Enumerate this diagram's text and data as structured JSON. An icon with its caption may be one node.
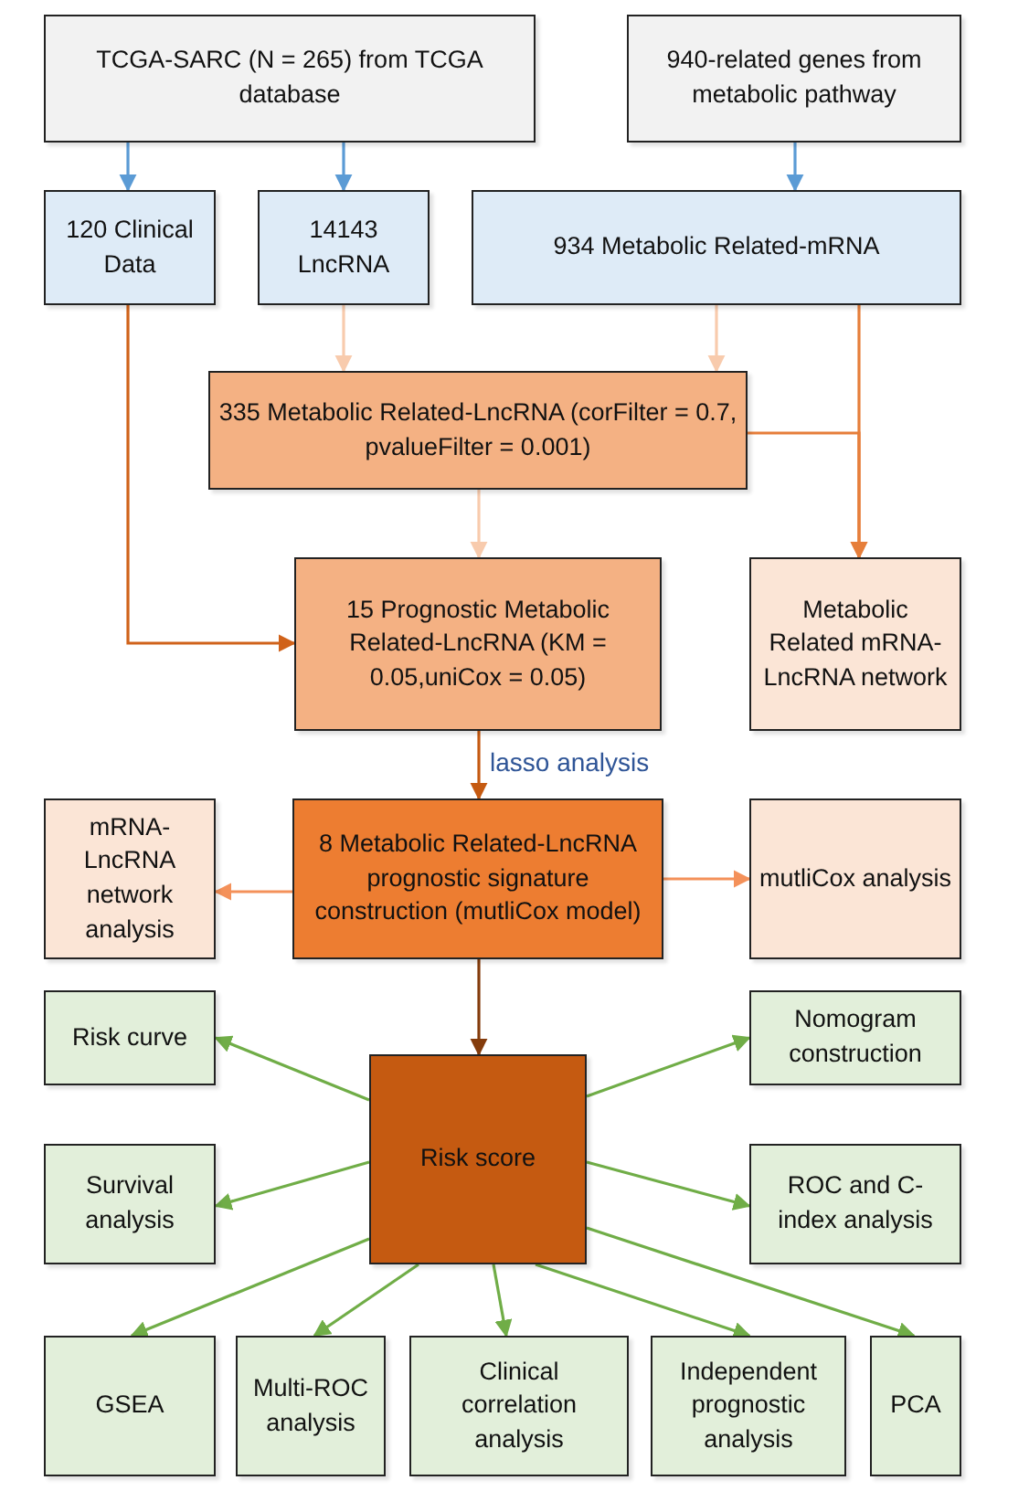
{
  "diagram": {
    "nodes": [
      {
        "text": [
          "TCGA-SARC (N = 265) from TCGA database"
        ]
      },
      {
        "text": [
          "940-related genes from metabolic pathway"
        ]
      },
      {
        "text": [
          "120 Clinical Data"
        ]
      },
      {
        "text": [
          "14143 LncRNA"
        ]
      },
      {
        "text": [
          "934 Metabolic Related-mRNA"
        ]
      },
      {
        "text": [
          "335  Metabolic Related-LncRNA (corFilter = 0.7, pvalueFilter = 0.001)"
        ]
      },
      {
        "text": [
          "15 Prognostic Metabolic Related-LncRNA (KM = 0.05,uniCox = 0.05)"
        ]
      },
      {
        "text": [
          "Metabolic Related mRNA-LncRNA network"
        ]
      },
      {
        "text": [
          "8 Metabolic Related-LncRNA prognostic signature construction (mutliCox model)"
        ]
      },
      {
        "text": [
          "mRNA-LncRNA network analysis"
        ]
      },
      {
        "text": [
          "mutliCox analysis"
        ]
      },
      {
        "text": [
          "Risk score"
        ]
      },
      {
        "text": [
          "Risk curve"
        ]
      },
      {
        "text": [
          "Nomogram construction"
        ]
      },
      {
        "text": [
          "Survival analysis"
        ]
      },
      {
        "text": [
          "ROC and C-index analysis"
        ]
      },
      {
        "text": [
          "GSEA"
        ]
      },
      {
        "text": [
          "Multi-ROC analysis"
        ]
      },
      {
        "text": [
          "Clinical correlation analysis"
        ]
      },
      {
        "text": [
          "Independent prognostic analysis"
        ]
      },
      {
        "text": [
          "PCA"
        ]
      }
    ],
    "edges": [
      {
        "from": 0,
        "to": 2,
        "arrow": "to",
        "color": "#5b9bd5"
      },
      {
        "from": 0,
        "to": 3,
        "arrow": "to",
        "color": "#5b9bd5"
      },
      {
        "from": 1,
        "to": 4,
        "arrow": "to",
        "color": "#5b9bd5"
      },
      {
        "from": 3,
        "to": 5,
        "arrow": "to",
        "color": "#f8cbad"
      },
      {
        "from": 4,
        "to": 5,
        "arrow": "to",
        "color": "#f8cbad"
      },
      {
        "from": 4,
        "to": 7,
        "arrow": "to",
        "color": "#e67e3a"
      },
      {
        "from": 5,
        "to": 7,
        "arrow": "to",
        "color": "#e67e3a"
      },
      {
        "from": 2,
        "to": 6,
        "arrow": "to",
        "color": "#d0621a"
      },
      {
        "from": 5,
        "to": 6,
        "arrow": "to",
        "color": "#f8cbad"
      },
      {
        "from": 6,
        "to": 8,
        "arrow": "to",
        "label": "lasso analysis",
        "color": "#c55a11"
      },
      {
        "from": 8,
        "to": 9,
        "arrow": "to",
        "color": "#f4915a"
      },
      {
        "from": 8,
        "to": 10,
        "arrow": "to",
        "color": "#f4915a"
      },
      {
        "from": 8,
        "to": 11,
        "arrow": "to",
        "color": "#843c0c"
      },
      {
        "from": 11,
        "to": 12,
        "arrow": "to"
      },
      {
        "from": 11,
        "to": 13,
        "arrow": "to"
      },
      {
        "from": 11,
        "to": 14,
        "arrow": "to"
      },
      {
        "from": 11,
        "to": 15,
        "arrow": "to"
      },
      {
        "from": 11,
        "to": 16,
        "arrow": "to"
      },
      {
        "from": 11,
        "to": 17,
        "arrow": "to"
      },
      {
        "from": 11,
        "to": 18,
        "arrow": "to"
      },
      {
        "from": 11,
        "to": 19,
        "arrow": "to"
      },
      {
        "from": 11,
        "to": 20,
        "arrow": "to"
      }
    ]
  }
}
